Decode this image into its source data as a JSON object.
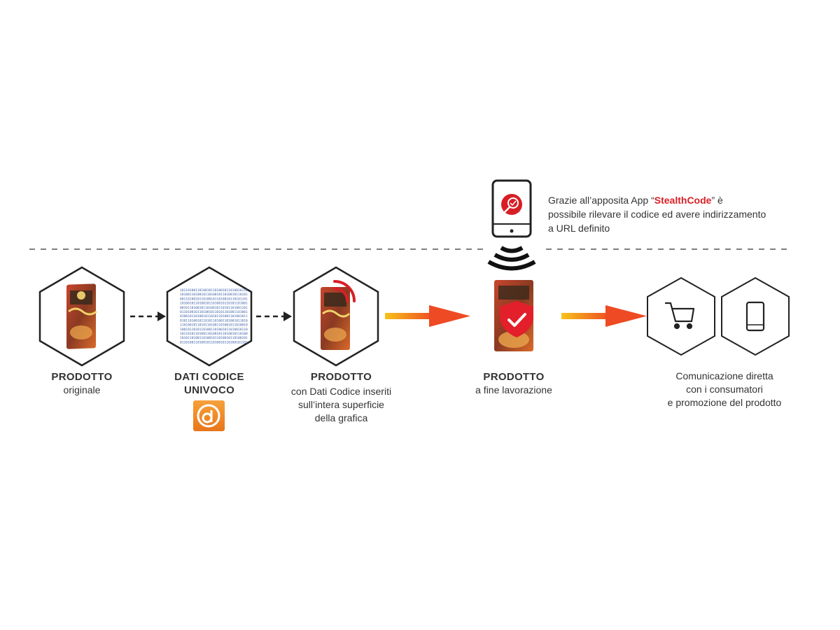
{
  "info": {
    "line1_prefix": "Grazie all’apposita App “",
    "brand": "StealthCode",
    "line1_suffix": "” è",
    "line2": "possibile rilevare il codice ed avere indirizzamento",
    "line3": "a URL definito"
  },
  "steps": [
    {
      "title": "PRODOTTO",
      "subtitle": "originale"
    },
    {
      "title_line1": "DATI CODICE",
      "title_line2": "UNIVOCO"
    },
    {
      "title": "PRODOTTO",
      "sub1": "con Dati Codice inseriti",
      "sub2": "sull’intera superficie",
      "sub3": "della grafica"
    },
    {
      "title": "PRODOTTO",
      "subtitle": "a fine lavorazione"
    },
    {
      "sub1": "Comunicazione diretta",
      "sub2": "con i consumatori",
      "sub3": "e promozione del prodotto"
    }
  ],
  "code_pattern": "10110100110100101101001011010010110",
  "icons": {
    "phone_scan": "smartphone-scan-icon",
    "signal": "wireless-signal-icon",
    "cart": "shopping-cart-icon",
    "mobile": "smartphone-icon",
    "shield": "shield-check-icon",
    "logo": "digimarc-d-logo"
  },
  "colors": {
    "brand_red": "#d71f26",
    "arrow_start": "#f7c21a",
    "arrow_end": "#ee4a23",
    "logo_orange": "#f08a1c"
  }
}
